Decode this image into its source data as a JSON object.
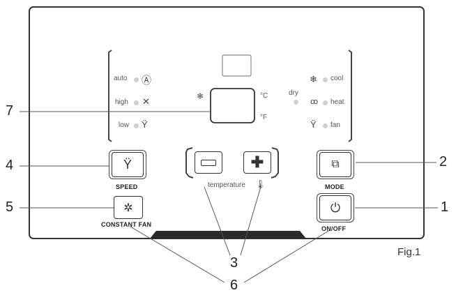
{
  "left_indicators": {
    "auto": "auto",
    "high": "high",
    "low": "low"
  },
  "right_indicators": {
    "cool": "cool",
    "heat": "heat",
    "fan": "fan",
    "dry": "dry"
  },
  "display": {
    "unit_c": "°C",
    "unit_f": "°F"
  },
  "buttons": {
    "speed": "SPEED",
    "mode": "MODE",
    "constant_fan": "CONSTANT FAN",
    "onoff": "ON/OFF",
    "temperature": "temperature"
  },
  "callouts": {
    "n1": "1",
    "n2": "2",
    "n3": "3",
    "n4": "4",
    "n5": "5",
    "n6": "6",
    "n7": "7"
  },
  "figure_label": "Fig.1",
  "icons": {
    "auto": "auto-mode-icon",
    "high": "high-speed-fan-icon",
    "low": "low-speed-fan-icon",
    "cool": "snowflake-icon",
    "heat": "heat-waves-icon",
    "fan": "fan-icon",
    "speed": "fan-icon",
    "mode": "mode-icon",
    "constant_fan": "constant-fan-icon",
    "onoff": "power-icon",
    "minus": "minus-icon",
    "plus": "plus-icon",
    "thermometer": "thermometer-icon",
    "snow_small": "snowflake-icon"
  }
}
